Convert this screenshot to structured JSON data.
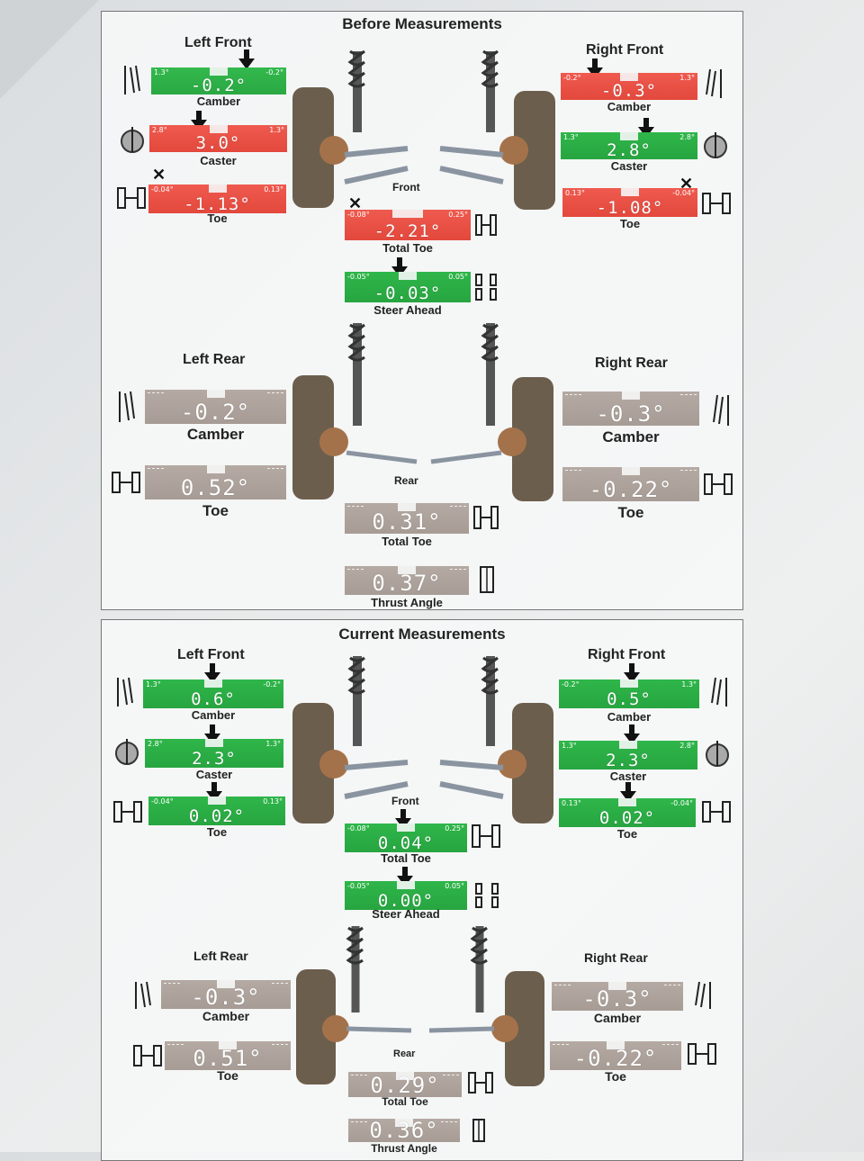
{
  "before": {
    "title": "Before Measurements",
    "left_front": {
      "heading": "Left Front",
      "camber": {
        "label": "Camber",
        "value": "-0.2°",
        "min": "1.3°",
        "max": "-0.2°"
      },
      "caster": {
        "label": "Caster",
        "value": "3.0°",
        "min": "2.8°",
        "max": "1.3°"
      },
      "toe": {
        "label": "Toe",
        "value": "-1.13°",
        "min": "-0.04°",
        "max": "0.13°"
      }
    },
    "right_front": {
      "heading": "Right Front",
      "camber": {
        "label": "Camber",
        "value": "-0.3°",
        "min": "-0.2°",
        "max": "1.3°"
      },
      "caster": {
        "label": "Caster",
        "value": "2.8°",
        "min": "1.3°",
        "max": "2.8°"
      },
      "toe": {
        "label": "Toe",
        "value": "-1.08°",
        "min": "0.13°",
        "max": "-0.04°"
      }
    },
    "front_label": "Front",
    "total_toe_front": {
      "label": "Total Toe",
      "value": "-2.21°",
      "min": "-0.08°",
      "max": "0.25°"
    },
    "steer_ahead": {
      "label": "Steer Ahead",
      "value": "-0.03°",
      "min": "-0.05°",
      "max": "0.05°"
    },
    "left_rear": {
      "heading": "Left Rear",
      "camber": {
        "label": "Camber",
        "value": "-0.2°"
      },
      "toe": {
        "label": "Toe",
        "value": "0.52°"
      }
    },
    "right_rear": {
      "heading": "Right Rear",
      "camber": {
        "label": "Camber",
        "value": "-0.3°"
      },
      "toe": {
        "label": "Toe",
        "value": "-0.22°"
      }
    },
    "rear_label": "Rear",
    "total_toe_rear": {
      "label": "Total Toe",
      "value": "0.31°"
    },
    "thrust_angle": {
      "label": "Thrust Angle",
      "value": "0.37°"
    }
  },
  "current": {
    "title": "Current Measurements",
    "left_front": {
      "heading": "Left Front",
      "camber": {
        "label": "Camber",
        "value": "0.6°",
        "min": "1.3°",
        "max": "-0.2°"
      },
      "caster": {
        "label": "Caster",
        "value": "2.3°",
        "min": "2.8°",
        "max": "1.3°"
      },
      "toe": {
        "label": "Toe",
        "value": "0.02°",
        "min": "-0.04°",
        "max": "0.13°"
      }
    },
    "right_front": {
      "heading": "Right Front",
      "camber": {
        "label": "Camber",
        "value": "0.5°",
        "min": "-0.2°",
        "max": "1.3°"
      },
      "caster": {
        "label": "Caster",
        "value": "2.3°",
        "min": "1.3°",
        "max": "2.8°"
      },
      "toe": {
        "label": "Toe",
        "value": "0.02°",
        "min": "0.13°",
        "max": "-0.04°"
      }
    },
    "front_label": "Front",
    "total_toe_front": {
      "label": "Total Toe",
      "value": "0.04°",
      "min": "-0.08°",
      "max": "0.25°"
    },
    "steer_ahead": {
      "label": "Steer Ahead",
      "value": "0.00°",
      "min": "-0.05°",
      "max": "0.05°"
    },
    "left_rear": {
      "heading": "Left Rear",
      "camber": {
        "label": "Camber",
        "value": "-0.3°"
      },
      "toe": {
        "label": "Toe",
        "value": "0.51°"
      }
    },
    "right_rear": {
      "heading": "Right Rear",
      "camber": {
        "label": "Camber",
        "value": "-0.3°"
      },
      "toe": {
        "label": "Toe",
        "value": "-0.22°"
      }
    },
    "rear_label": "Rear",
    "total_toe_rear": {
      "label": "Total Toe",
      "value": "0.29°"
    },
    "thrust_angle": {
      "label": "Thrust Angle",
      "value": "0.36°"
    }
  },
  "colors": {
    "in_spec": "#2fb64a",
    "out_of_spec": "#e3483c",
    "no_spec": "#aaa09a"
  },
  "icons": [
    "camber-icon",
    "caster-icon",
    "toe-icon",
    "total-toe-icon",
    "steer-ahead-icon",
    "thrust-angle-icon",
    "out-of-spec-x-icon",
    "indicator-arrow-icon",
    "front-suspension-graphic",
    "rear-suspension-graphic"
  ]
}
